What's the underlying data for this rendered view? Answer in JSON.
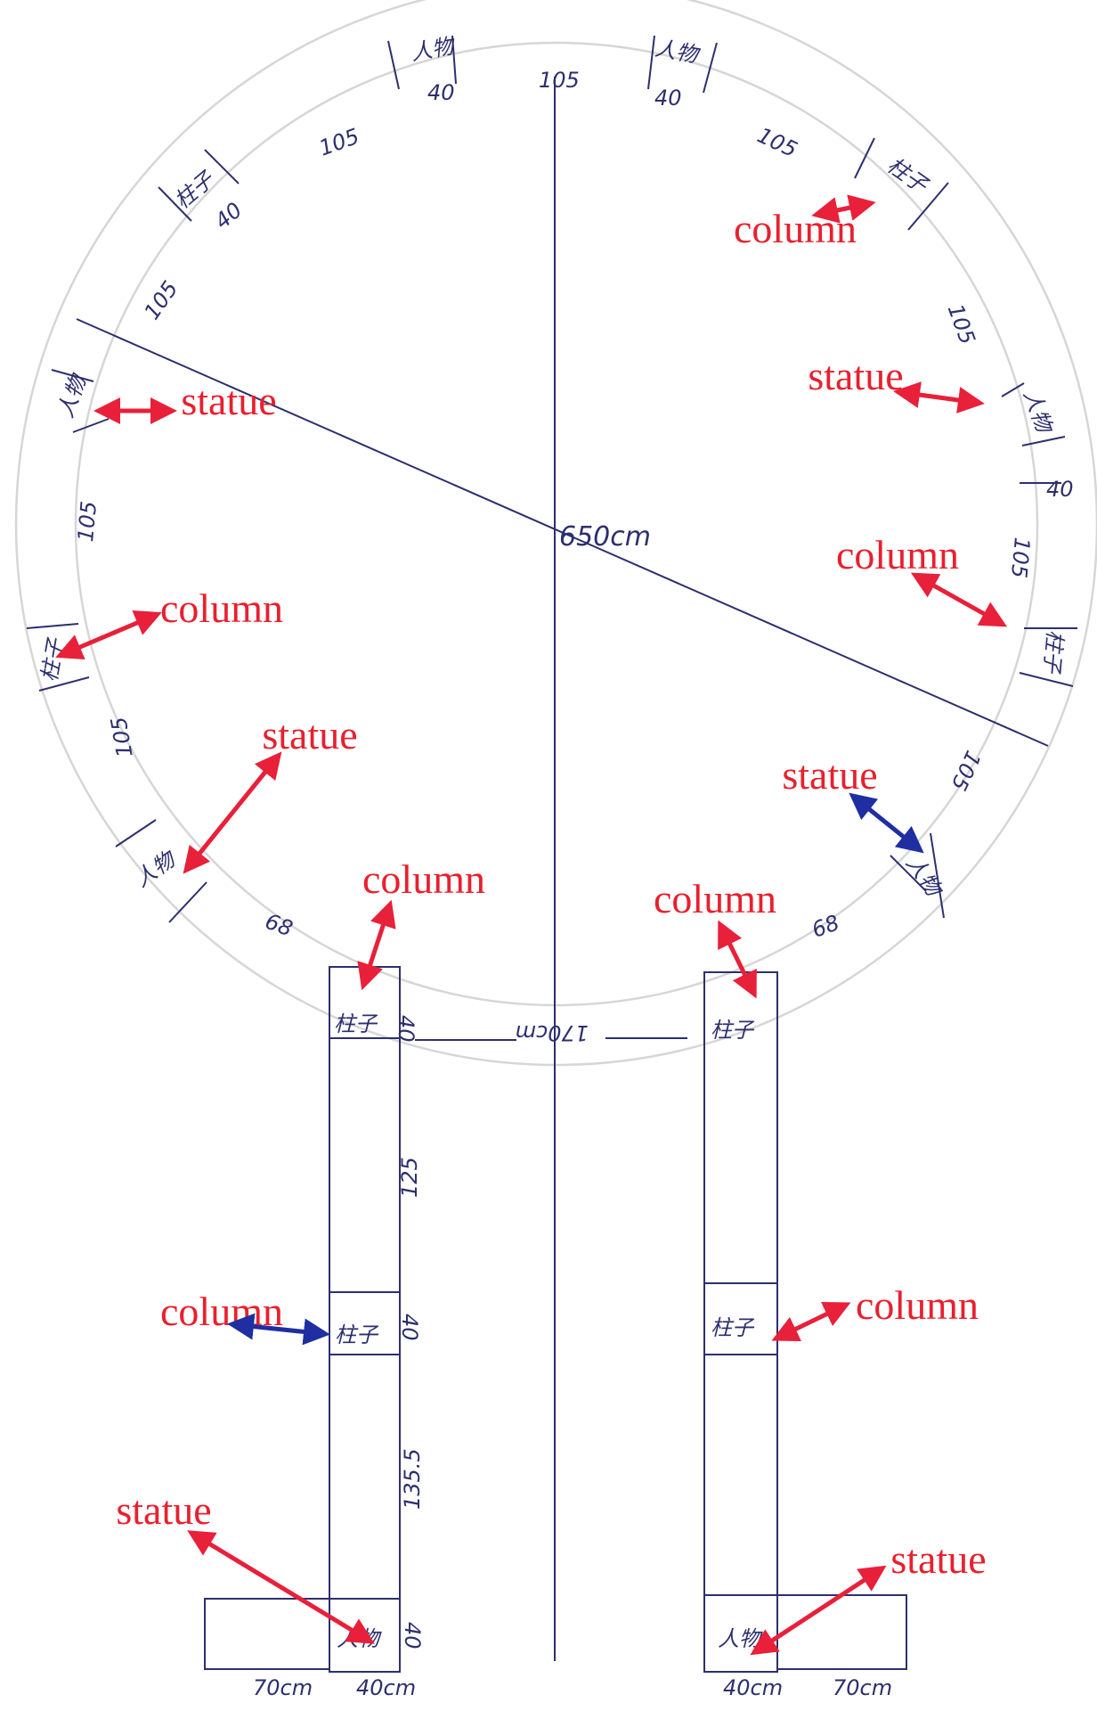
{
  "colors": {
    "ink": "#2d2f6e",
    "label_red": "#e8202e",
    "arrow_red": "#e8203a",
    "arrow_blue": "#1f2ea0",
    "ring": "#d6d6d6"
  },
  "labels": {
    "column": "column",
    "statue": "statue"
  },
  "handwritten": {
    "diameter": "650cm",
    "gap_width": "170cm",
    "arc_105": "105",
    "arc_40": "40",
    "arc_68": "68",
    "statue_cn": "人物",
    "column_cn": "柱子",
    "walk_125": "125",
    "walk_135_5": "135.5",
    "walk_40": "40",
    "width_70cm": "70cm",
    "width_40cm": "40cm"
  }
}
